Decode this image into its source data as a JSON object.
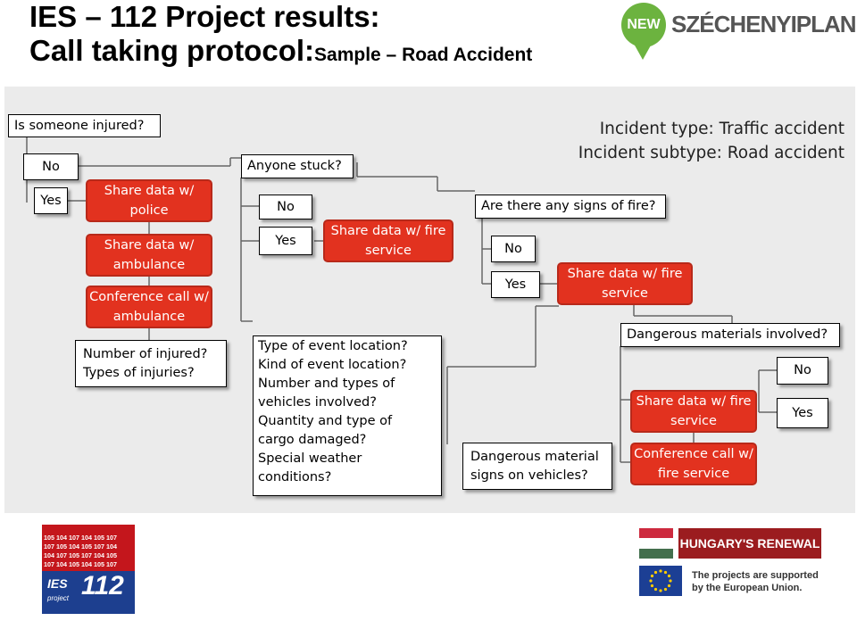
{
  "header": {
    "title_line1": "IES – 112 Project results:",
    "title_line2_main": "Call taking protocol:",
    "title_line2_sub": "Sample – Road Accident",
    "logo_new": "NEW",
    "logo_text": "SZÉCHENYIPLAN"
  },
  "incident": {
    "type": "Incident type: Traffic accident",
    "subtype": "Incident subtype: Road accident"
  },
  "col1": {
    "question": "Is someone injured?",
    "no": "No",
    "yes": "Yes",
    "share_police": "Share data w/ police",
    "share_ambulance": "Share data w/ ambulance",
    "conference_ambulance": "Conference call w/ ambulance",
    "followup_line1": "Number of injured?",
    "followup_line2": "Types of injuries?"
  },
  "col2": {
    "question": "Anyone stuck?",
    "no": "No",
    "yes": "Yes",
    "share_fire": "Share data w/ fire service",
    "details": [
      "Type of event location?",
      "Kind of event location?",
      "Number and types of",
      "vehicles involved?",
      "Quantity and type of",
      "cargo damaged?",
      "Special weather",
      "conditions?"
    ]
  },
  "col3": {
    "question": "Are there any signs of fire?",
    "no": "No",
    "yes": "Yes",
    "share_fire": "Share data w/ fire service",
    "dangerous_signs_line1": "Dangerous material",
    "dangerous_signs_line2": "signs on vehicles?"
  },
  "col4": {
    "question": "Dangerous materials involved?",
    "no": "No",
    "yes": "Yes",
    "share_fire": "Share data w/ fire service",
    "conference_fire": "Conference call w/ fire service"
  },
  "footer": {
    "ies_numbers": [
      "105 104 107 104 105 107",
      "107 105 104 105 107 104",
      "104 107 105 107 104 105",
      "107 104 105 104 105 107"
    ],
    "ies_label": "IES",
    "ies_112": "112",
    "ies_project": "project",
    "hungary_renewal": "HUNGARY'S RENEWAL",
    "eu_line1": "The projects are supported",
    "eu_line2": "by the European Union."
  },
  "colors": {
    "accent_red": "#e2321f",
    "panel_gray": "#ebebeb",
    "szechenyi_green": "#6cb33f"
  }
}
